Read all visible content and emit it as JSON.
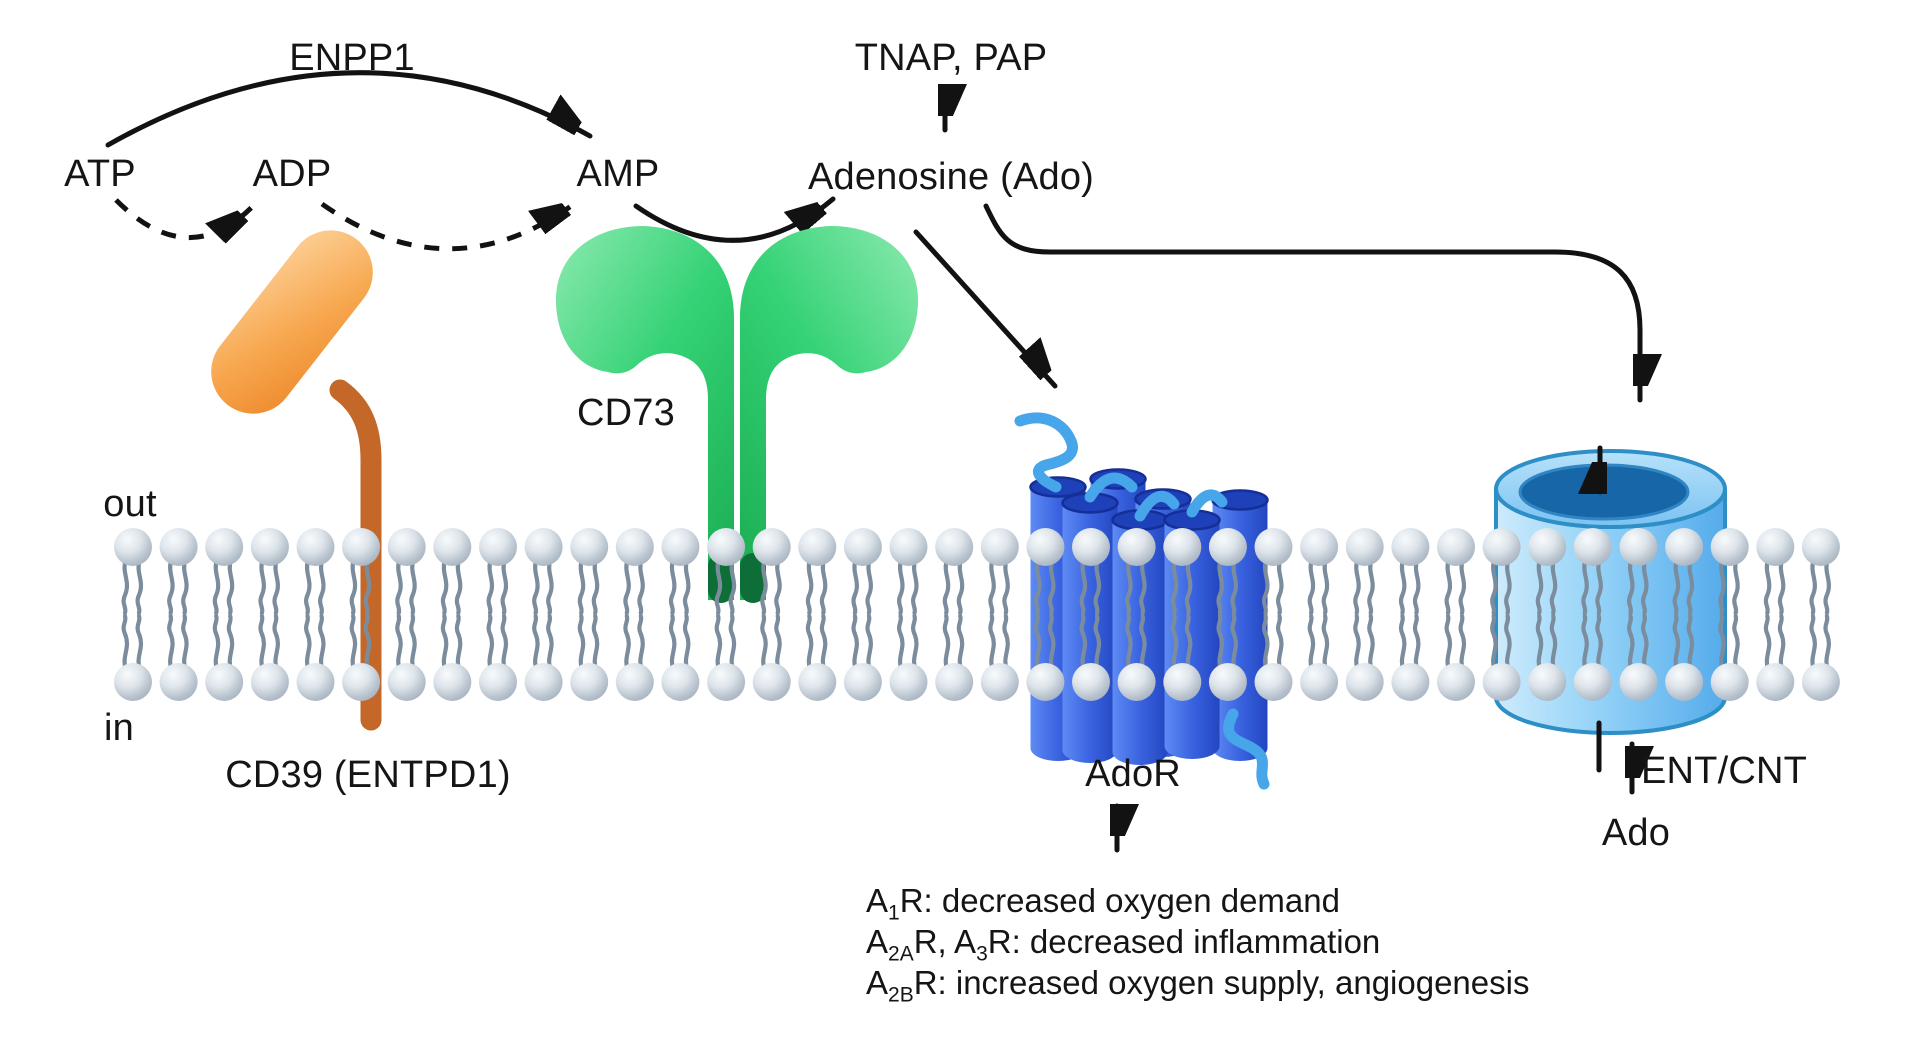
{
  "labels": {
    "enpp1": "ENPP1",
    "tnap_pap": "TNAP, PAP",
    "atp": "ATP",
    "adp": "ADP",
    "amp": "AMP",
    "adenosine": "Adenosine (Ado)",
    "cd73": "CD73",
    "out": "out",
    "in": "in",
    "cd39": "CD39 (ENTPD1)",
    "ador": "AdoR",
    "ent_cnt": "ENT/CNT",
    "ado": "Ado"
  },
  "receptor_effects": {
    "lines": [
      [
        {
          "t": "A"
        },
        {
          "s": "1"
        },
        {
          "t": "R: decreased oxygen demand"
        }
      ],
      [
        {
          "t": "A"
        },
        {
          "s": "2A"
        },
        {
          "t": "R, A"
        },
        {
          "s": "3"
        },
        {
          "t": "R: decreased inflammation"
        }
      ],
      [
        {
          "t": "A"
        },
        {
          "s": "2B"
        },
        {
          "t": "R: increased oxygen supply, angiogenesis"
        }
      ]
    ]
  },
  "membrane": {
    "lipid_count_per_leaflet": 38
  },
  "colors": {
    "text": "#151515",
    "arrow": "#121212",
    "cd39_capsule": "#f5a14b",
    "cd39_stem": "#c4682a",
    "cd73_green": "#2fcf6d",
    "cd73_anchor_dark": "#0d6e38",
    "ador_cylinder": "#3a63e0",
    "ador_cylinder_top": "#1e40b8",
    "ador_loops": "#47a5ea",
    "transporter_body": "#93d2f7",
    "transporter_outline": "#2d8fc6",
    "transporter_pore": "#1767a8",
    "lipid_head": "#c3ccd6",
    "lipid_tail": "#7b8c9d"
  }
}
